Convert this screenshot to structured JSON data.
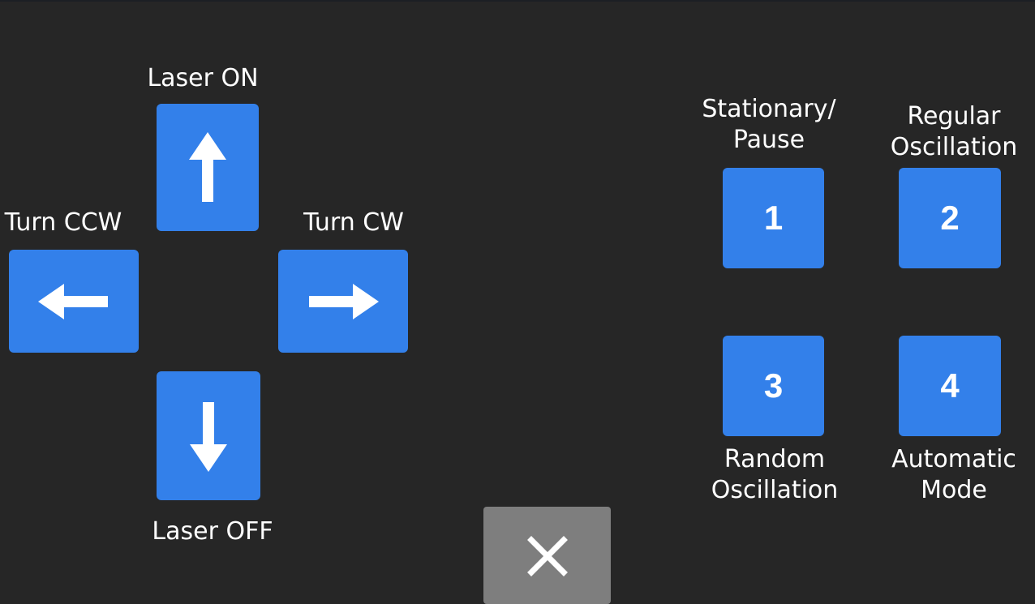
{
  "direction_pad": {
    "up": {
      "label": "Laser ON",
      "icon": "arrow-up-icon"
    },
    "down": {
      "label": "Laser OFF",
      "icon": "arrow-down-icon"
    },
    "left": {
      "label": "Turn CCW",
      "icon": "arrow-left-icon"
    },
    "right": {
      "label": "Turn CW",
      "icon": "arrow-right-icon"
    }
  },
  "modes": [
    {
      "number": "1",
      "label_line1": "Stationary/",
      "label_line2": "Pause"
    },
    {
      "number": "2",
      "label_line1": "Regular",
      "label_line2": "Oscillation"
    },
    {
      "number": "3",
      "label_line1": "Random",
      "label_line2": "Oscillation"
    },
    {
      "number": "4",
      "label_line1": "Automatic",
      "label_line2": "Mode"
    }
  ],
  "close": {
    "icon": "close-icon"
  },
  "colors": {
    "background": "#262626",
    "button": "#3380ea",
    "close_button": "#7e7e7e",
    "text": "#ffffff"
  }
}
